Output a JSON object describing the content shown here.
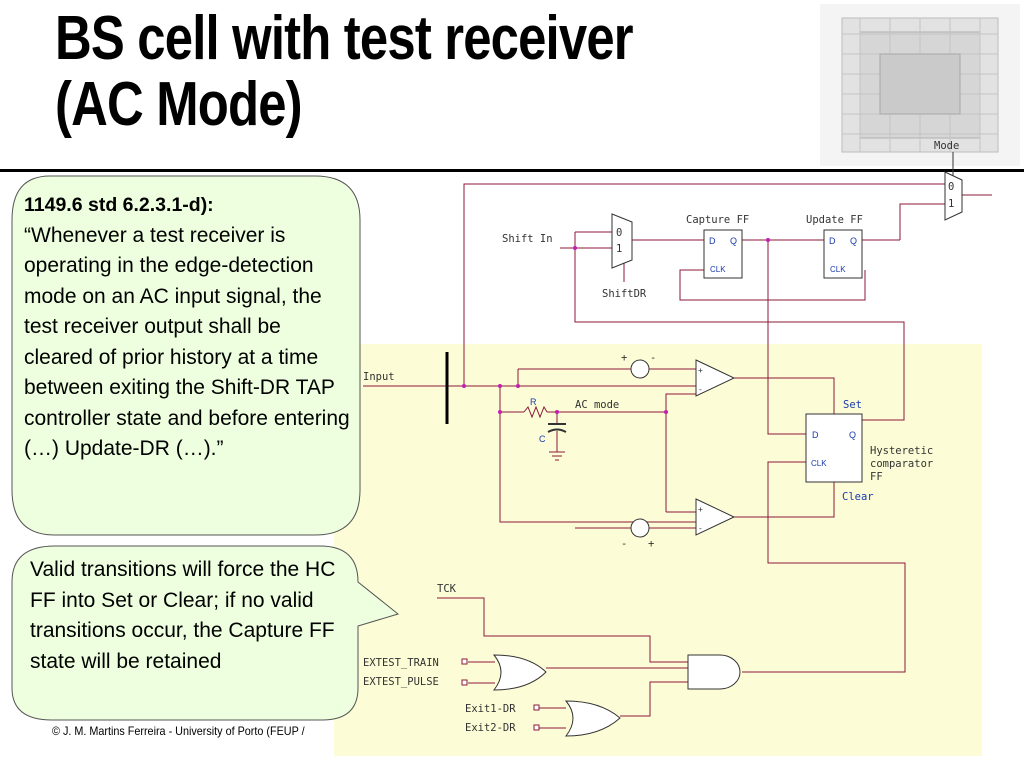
{
  "slide": {
    "title_line1": "BS cell with test receiver",
    "title_line2": "(AC Mode)",
    "callout1_heading": "1149.6 std 6.2.3.1-d):",
    "callout1_body": "“Whenever a test receiver is operating in the edge-detection mode on an AC input signal, the test receiver output shall be cleared of prior history at a time between exiting the Shift-DR TAP controller state and before entering (…) Update-DR (…).”",
    "callout2_body": "Valid transitions will force the HC FF into Set or Clear; if no valid transitions occur, the Capture FF state will be retained",
    "footer": "© J. M. Martins Ferreira - University of Porto (FEUP / D"
  },
  "circuit": {
    "labels": {
      "mode": "Mode",
      "mux_0": "0",
      "mux_1": "1",
      "shift_in": "Shift In",
      "shiftdr": "ShiftDR",
      "capture_ff": "Capture FF",
      "update_ff": "Update FF",
      "d": "D",
      "q": "Q",
      "clk": "CLK",
      "input": "Input",
      "r": "R",
      "c": "C",
      "ac_mode": "AC mode",
      "set": "Set",
      "clear": "Clear",
      "hysteretic": [
        "Hysteretic",
        "comparator",
        "FF"
      ],
      "tck": "TCK",
      "extest_train": "EXTEST_TRAIN",
      "extest_pulse": "EXTEST_PULSE",
      "exit1_dr": "Exit1-DR",
      "exit2_dr": "Exit2-DR",
      "plus": "+",
      "minus": "-"
    }
  },
  "colors": {
    "wire": "#8b1a3a",
    "panel": "#fcfcd6",
    "callout_fill": "#eeffdf",
    "blue_label": "#1a3ab0"
  }
}
